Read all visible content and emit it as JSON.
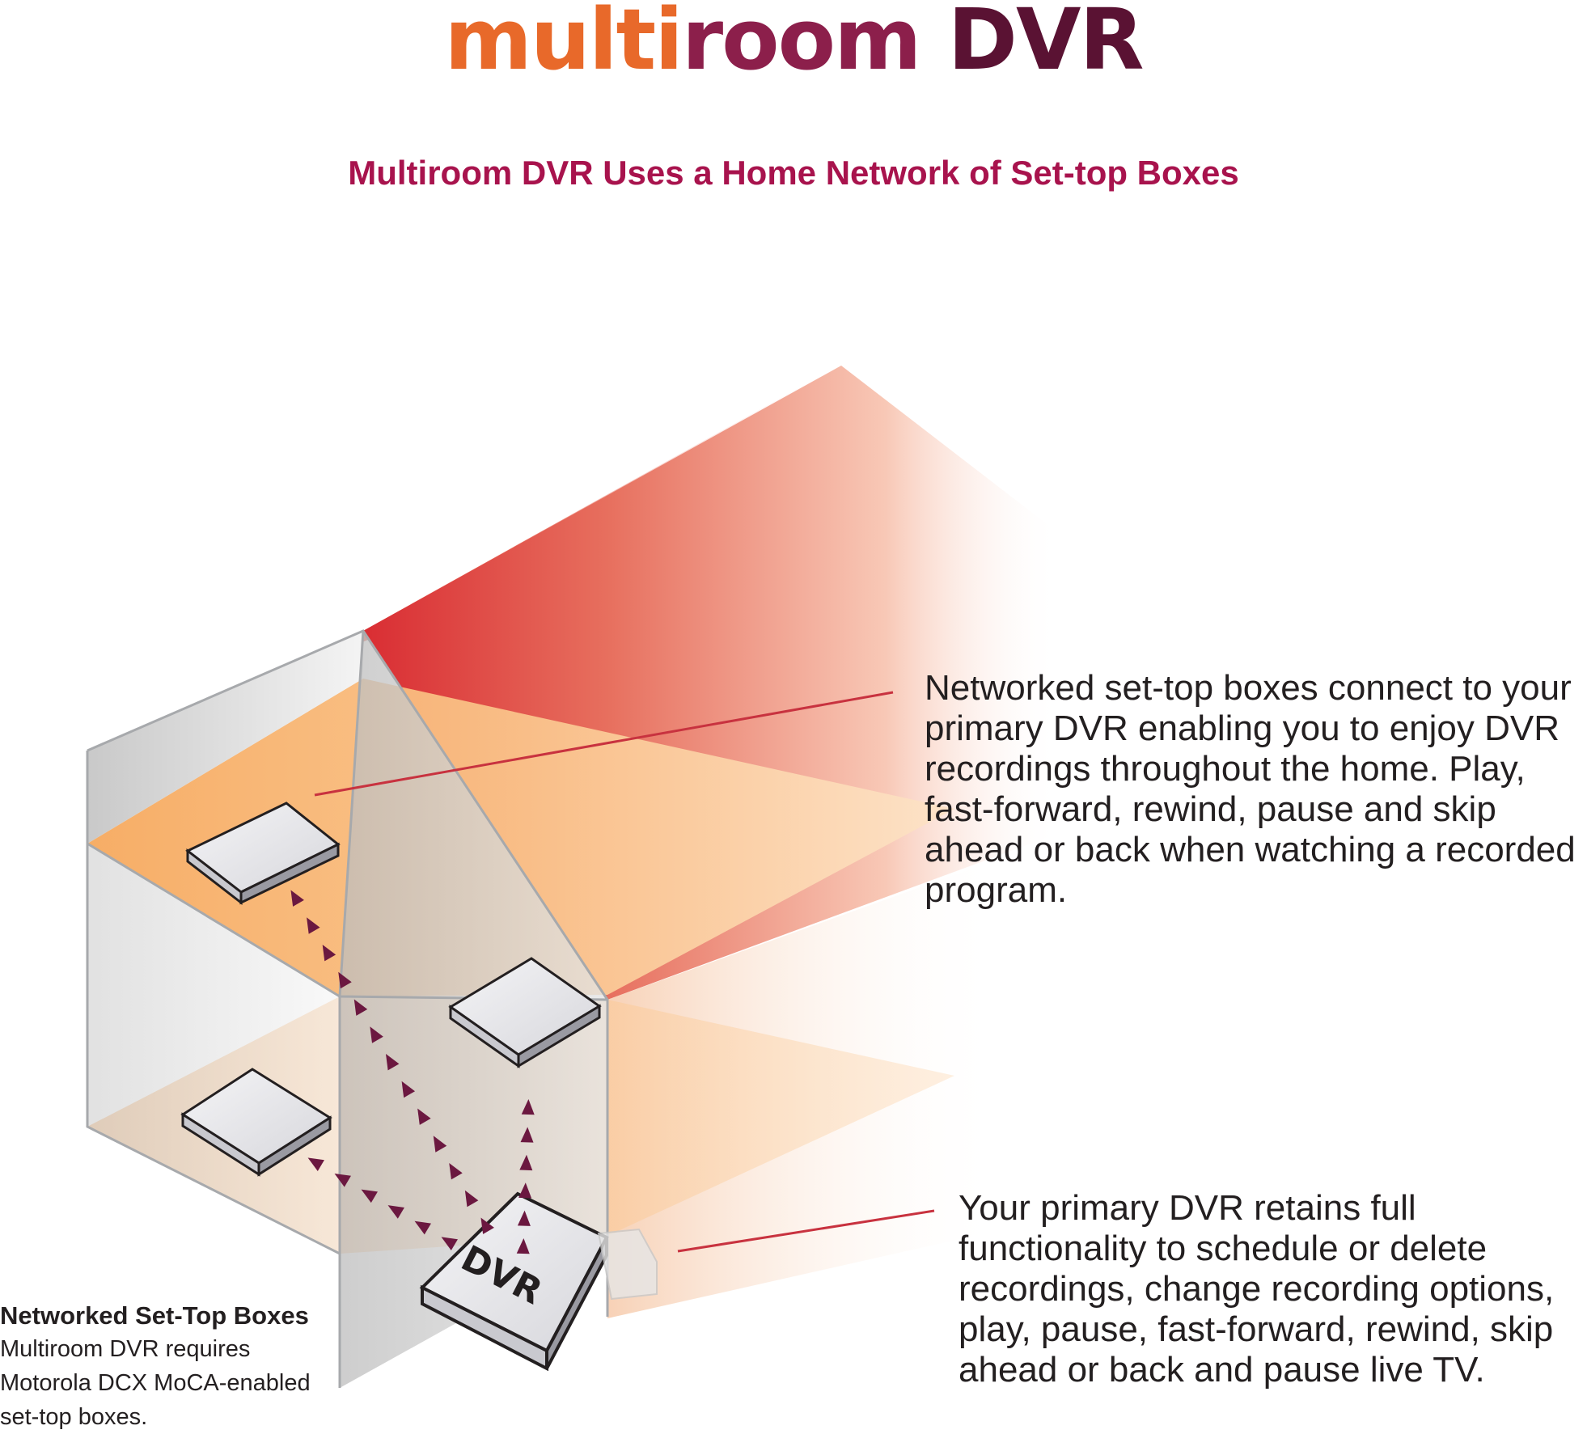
{
  "logo": {
    "part1": "multi",
    "part2": "room",
    "part3": " DVR"
  },
  "subtitle": "Multiroom DVR Uses a Home Network of Set-top Boxes",
  "dvr_box_label": "DVR",
  "callouts": {
    "networked": "Networked set-top boxes connect to your primary DVR enabling you to enjoy DVR recordings throughout the home. Play, fast-forward, rewind, pause and skip ahead or back when watching a recorded program.",
    "primary": "Your primary DVR retains full functionality to schedule or delete recordings, change recording options, play, pause, fast-forward, rewind, skip ahead or back and pause live TV."
  },
  "caption": {
    "title": "Networked Set-Top Boxes",
    "body_lines": [
      "Multiroom DVR requires",
      "Motorola DCX MoCA-enabled",
      "set-top boxes."
    ]
  },
  "colors": {
    "arrow": "#6b1840",
    "leader_line": "#c8323f",
    "roof": "#e0453e",
    "floor": "#f7b06a",
    "wall": "#d2d2d2"
  }
}
